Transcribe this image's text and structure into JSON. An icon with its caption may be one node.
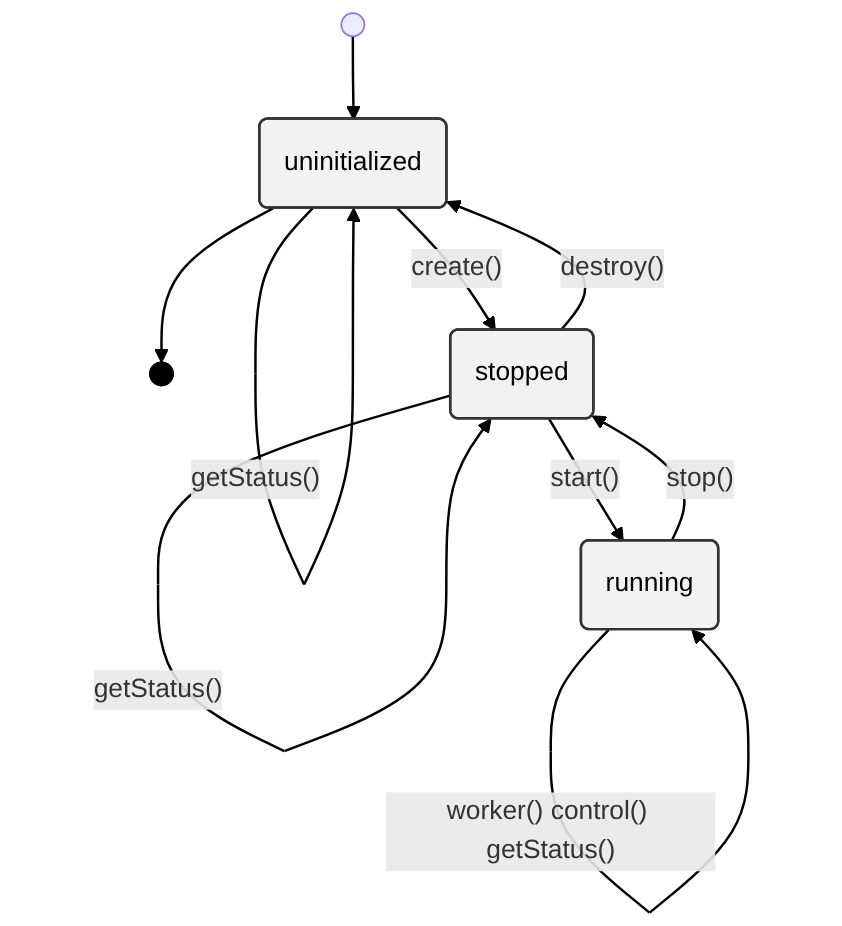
{
  "diagram": {
    "nodes": [
      {
        "text": [],
        "shape": "circle"
      },
      {
        "text": [],
        "shape": "bullseye"
      },
      {
        "text": [
          "uninitialized"
        ]
      },
      {
        "text": [
          "stopped"
        ]
      },
      {
        "text": [
          "running"
        ]
      }
    ],
    "edges": [
      {
        "from": 0,
        "to": 2,
        "arrow": "to"
      },
      {
        "from": 2,
        "to": 1,
        "arrow": "to"
      },
      {
        "from": 2,
        "to": 2,
        "arrow": "to",
        "label": "getStatus()"
      },
      {
        "from": 2,
        "to": 3,
        "arrow": "to",
        "label": "create()"
      },
      {
        "from": 3,
        "to": 2,
        "arrow": "to",
        "label": "destroy()"
      },
      {
        "from": 3,
        "to": 3,
        "arrow": "to",
        "label": "getStatus()"
      },
      {
        "from": 3,
        "to": 4,
        "arrow": "to",
        "label": "start()"
      },
      {
        "from": 4,
        "to": 3,
        "arrow": "to",
        "label": "stop()"
      },
      {
        "from": 4,
        "to": 4,
        "arrow": "to",
        "label": "worker() control() getStatus()"
      }
    ]
  }
}
